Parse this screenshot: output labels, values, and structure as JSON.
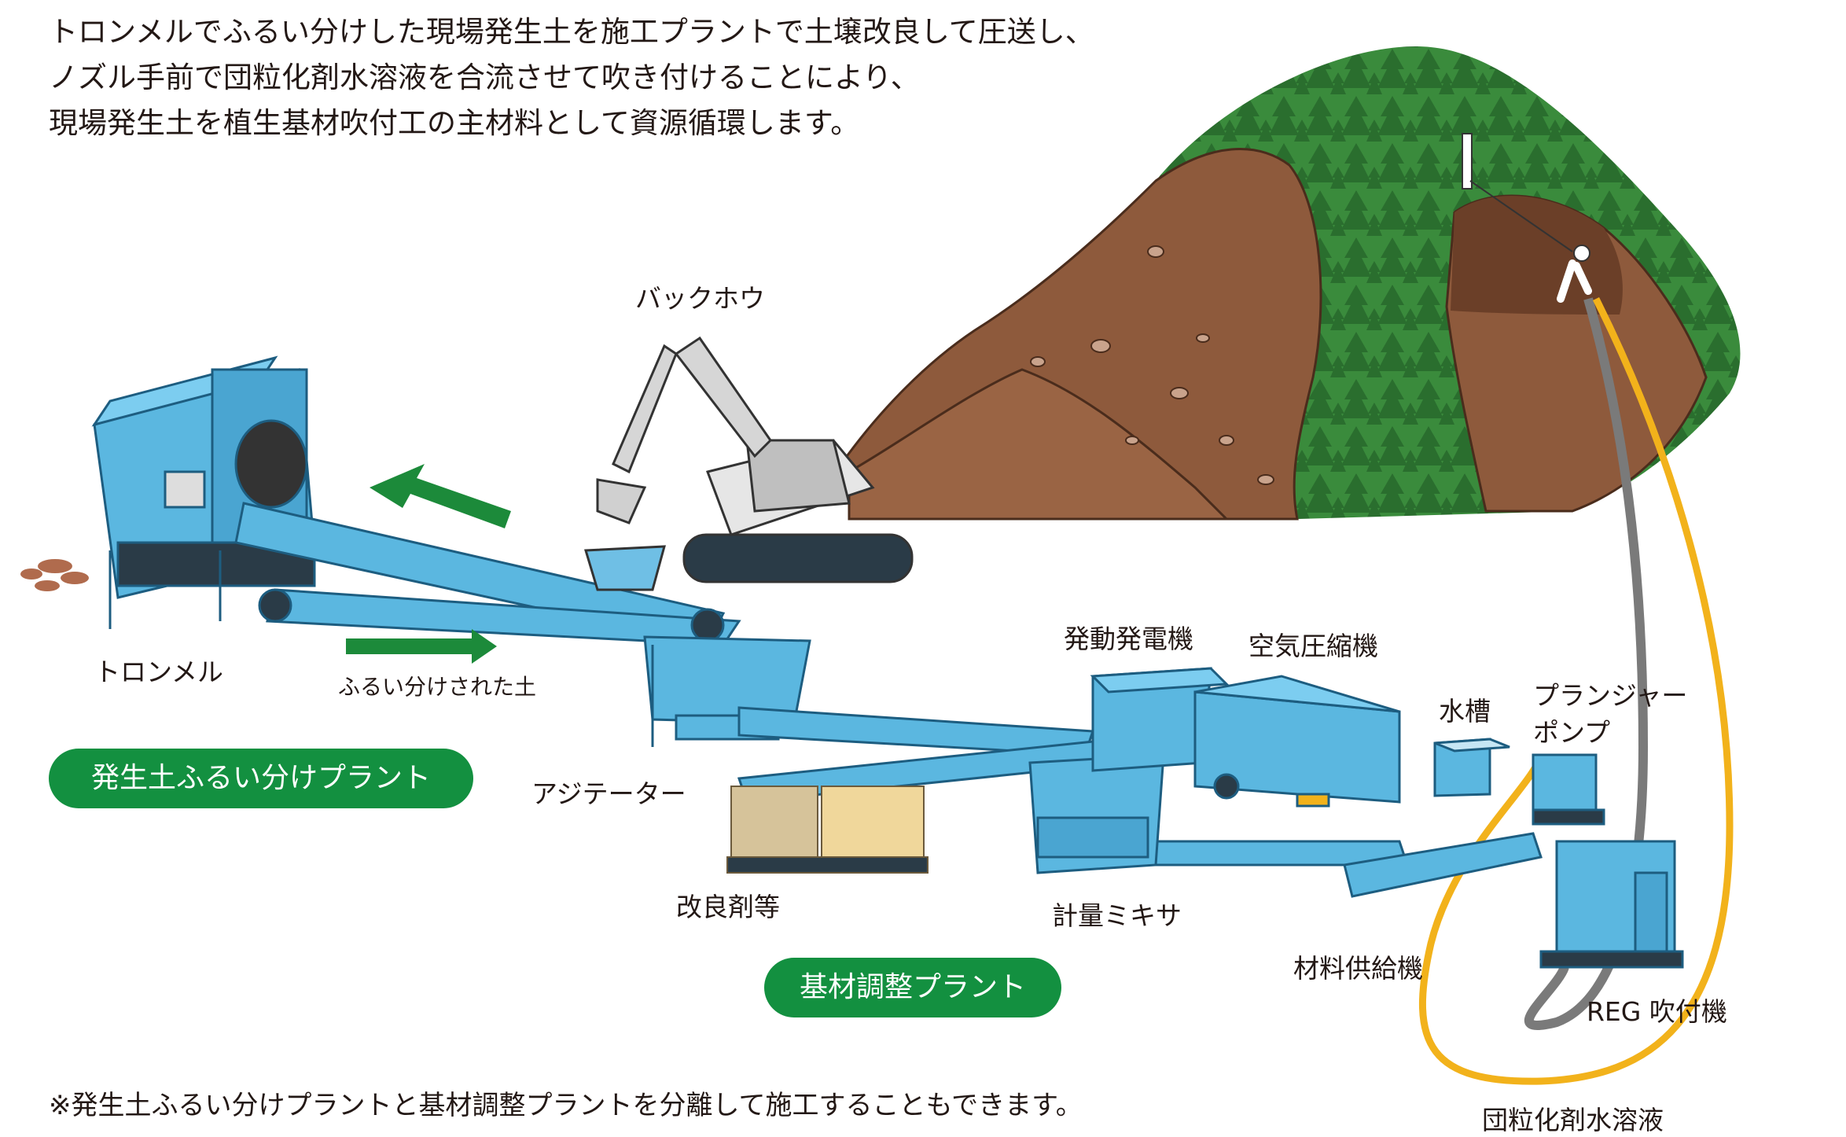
{
  "intro_lines": [
    "トロンメルでふるい分けした現場発生土を施工プラントで土壌改良して圧送し、",
    "ノズル手前で団粒化剤水溶液を合流させて吹き付けることにより、",
    "現場発生土を植生基材吹付工の主材料として資源循環します。"
  ],
  "labels": {
    "backhoe": "バックホウ",
    "trommel": "トロンメル",
    "screened_soil": "ふるい分けされた土",
    "agitator": "アジテーター",
    "modifier": "改良剤等",
    "generator": "発動発電機",
    "compressor": "空気圧縮機",
    "water_tank": "水槽",
    "plunger_pump_line1": "プランジャー",
    "plunger_pump_line2": "ポンプ",
    "metering_mixer": "計量ミキサ",
    "material_feeder": "材料供給機",
    "reg_sprayer": "REG 吹付機",
    "aggregant_solution": "団粒化剤水溶液"
  },
  "plants": {
    "screening": "発生土ふるい分けプラント",
    "base_adjust": "基材調整プラント"
  },
  "footnote": "※発生土ふるい分けプラントと基材調整プラントを分離して施工することもできます。",
  "colors": {
    "machine_blue": "#5bb7e0",
    "machine_dark": "#2f7fa8",
    "plant_green": "#139040",
    "arrow_green": "#1c8a3a",
    "forest": "#2f7d33",
    "soil": "#8e5a3c",
    "soil_dark": "#6b3f28",
    "hose_yellow": "#f2b21b",
    "hose_grey": "#7a7a7a"
  }
}
